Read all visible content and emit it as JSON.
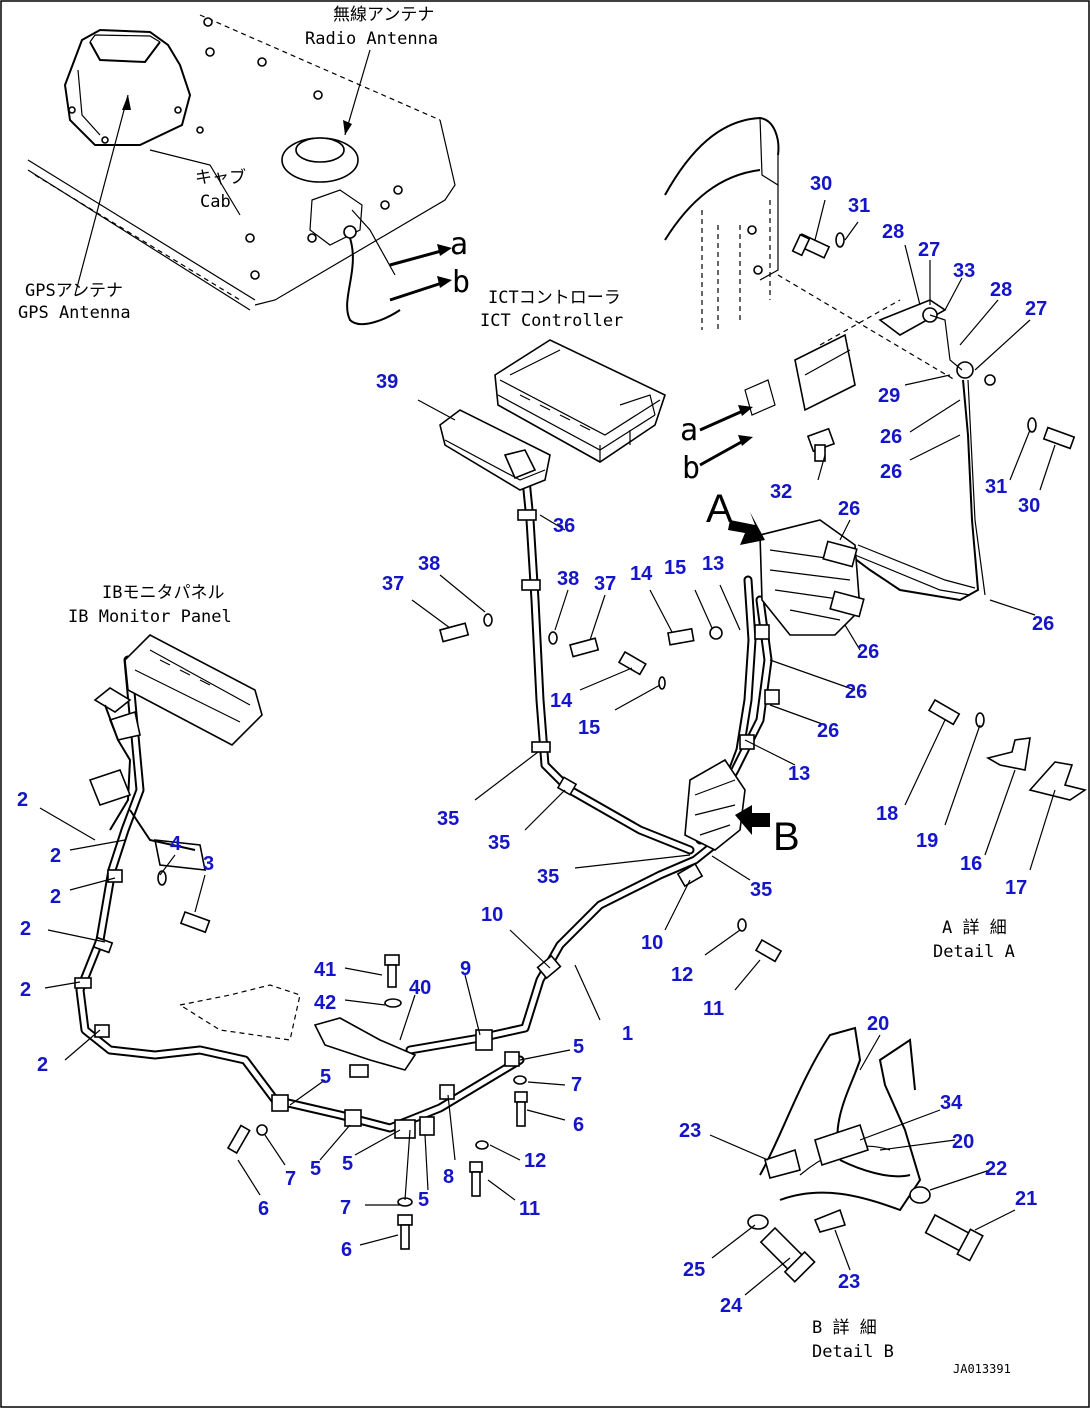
{
  "labels": {
    "radio_antenna_jp": "無線アンテナ",
    "radio_antenna_en": "Radio Antenna",
    "cab_jp": "キャブ",
    "cab_en": "Cab",
    "gps_antenna_jp": "GPSアンテナ",
    "gps_antenna_en": "GPS Antenna",
    "ict_controller_jp": "ICTコントローラ",
    "ict_controller_en": "ICT Controller",
    "ib_monitor_jp": "IBモニタパネル",
    "ib_monitor_en": "IB Monitor Panel",
    "detail_a_jp": "A 詳 細",
    "detail_a_en": "Detail A",
    "detail_b_jp": "B 詳 細",
    "detail_b_en": "Detail B",
    "view_a": "A",
    "view_b": "B",
    "conn_a": "a",
    "conn_b": "b",
    "conn_a2": "a",
    "conn_b2": "b",
    "drawing_id": "JA013391"
  },
  "callouts": [
    {
      "id": "c30a",
      "text": "30"
    },
    {
      "id": "c31a",
      "text": "31"
    },
    {
      "id": "c28a",
      "text": "28"
    },
    {
      "id": "c27a",
      "text": "27"
    },
    {
      "id": "c33",
      "text": "33"
    },
    {
      "id": "c28b",
      "text": "28"
    },
    {
      "id": "c27b",
      "text": "27"
    },
    {
      "id": "c29",
      "text": "29"
    },
    {
      "id": "c26a",
      "text": "26"
    },
    {
      "id": "c26b",
      "text": "26"
    },
    {
      "id": "c31b",
      "text": "31"
    },
    {
      "id": "c30b",
      "text": "30"
    },
    {
      "id": "c32",
      "text": "32"
    },
    {
      "id": "c26c",
      "text": "26"
    },
    {
      "id": "c26d",
      "text": "26"
    },
    {
      "id": "c26e",
      "text": "26"
    },
    {
      "id": "c26f",
      "text": "26"
    },
    {
      "id": "c26g",
      "text": "26"
    },
    {
      "id": "c39",
      "text": "39"
    },
    {
      "id": "c36",
      "text": "36"
    },
    {
      "id": "c38a",
      "text": "38"
    },
    {
      "id": "c37a",
      "text": "37"
    },
    {
      "id": "c38b",
      "text": "38"
    },
    {
      "id": "c37b",
      "text": "37"
    },
    {
      "id": "c14a",
      "text": "14"
    },
    {
      "id": "c15a",
      "text": "15"
    },
    {
      "id": "c13a",
      "text": "13"
    },
    {
      "id": "c14b",
      "text": "14"
    },
    {
      "id": "c15b",
      "text": "15"
    },
    {
      "id": "c13b",
      "text": "13"
    },
    {
      "id": "c18",
      "text": "18"
    },
    {
      "id": "c19",
      "text": "19"
    },
    {
      "id": "c16",
      "text": "16"
    },
    {
      "id": "c17",
      "text": "17"
    },
    {
      "id": "c35a",
      "text": "35"
    },
    {
      "id": "c35b",
      "text": "35"
    },
    {
      "id": "c35c",
      "text": "35"
    },
    {
      "id": "c35d",
      "text": "35"
    },
    {
      "id": "c2a",
      "text": "2"
    },
    {
      "id": "c2b",
      "text": "2"
    },
    {
      "id": "c2c",
      "text": "2"
    },
    {
      "id": "c2d",
      "text": "2"
    },
    {
      "id": "c2e",
      "text": "2"
    },
    {
      "id": "c2f",
      "text": "2"
    },
    {
      "id": "c4",
      "text": "4"
    },
    {
      "id": "c3",
      "text": "3"
    },
    {
      "id": "c10a",
      "text": "10"
    },
    {
      "id": "c10b",
      "text": "10"
    },
    {
      "id": "c12a",
      "text": "12"
    },
    {
      "id": "c11a",
      "text": "11"
    },
    {
      "id": "c1",
      "text": "1"
    },
    {
      "id": "c9",
      "text": "9"
    },
    {
      "id": "c41",
      "text": "41"
    },
    {
      "id": "c42",
      "text": "42"
    },
    {
      "id": "c40",
      "text": "40"
    },
    {
      "id": "c5a",
      "text": "5"
    },
    {
      "id": "c7a",
      "text": "7"
    },
    {
      "id": "c6a",
      "text": "6"
    },
    {
      "id": "c5b",
      "text": "5"
    },
    {
      "id": "c5c",
      "text": "5"
    },
    {
      "id": "c5d",
      "text": "5"
    },
    {
      "id": "c7b",
      "text": "7"
    },
    {
      "id": "c6b",
      "text": "6"
    },
    {
      "id": "c7c",
      "text": "7"
    },
    {
      "id": "c5e",
      "text": "5"
    },
    {
      "id": "c8",
      "text": "8"
    },
    {
      "id": "c12b",
      "text": "12"
    },
    {
      "id": "c11b",
      "text": "11"
    },
    {
      "id": "c6c",
      "text": "6"
    },
    {
      "id": "c20a",
      "text": "20"
    },
    {
      "id": "c34",
      "text": "34"
    },
    {
      "id": "c20b",
      "text": "20"
    },
    {
      "id": "c23a",
      "text": "23"
    },
    {
      "id": "c22",
      "text": "22"
    },
    {
      "id": "c21",
      "text": "21"
    },
    {
      "id": "c25",
      "text": "25"
    },
    {
      "id": "c24",
      "text": "24"
    },
    {
      "id": "c23b",
      "text": "23"
    }
  ]
}
